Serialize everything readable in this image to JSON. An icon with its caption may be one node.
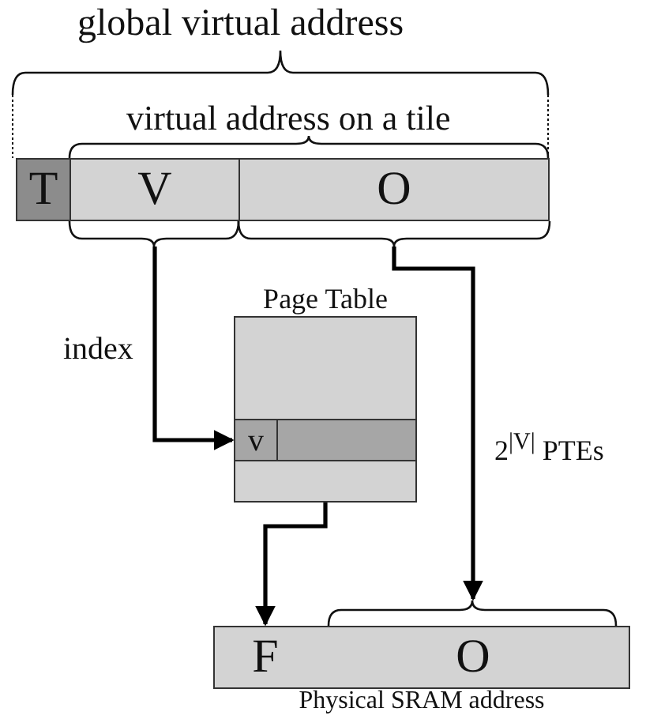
{
  "diagram": {
    "nodes": [
      {
        "text": [
          "T"
        ]
      },
      {
        "text": [
          "V"
        ]
      },
      {
        "text": [
          "O"
        ]
      },
      {
        "text": [
          "Page Table"
        ]
      },
      {
        "text": [],
        "shape": "box",
        "in": 3
      },
      {
        "text": [
          "v"
        ],
        "in": 4
      },
      {
        "text": [
          "Physical SRAM address"
        ]
      },
      {
        "text": [
          "F"
        ],
        "in": 6
      },
      {
        "text": [
          "O"
        ],
        "in": 6
      }
    ],
    "edges": [
      {
        "from": 1,
        "to": 4,
        "arrow": "to",
        "label": "index"
      },
      {
        "from": 4,
        "to": 7,
        "arrow": "to"
      },
      {
        "from": 2,
        "to": 8,
        "arrow": "to"
      }
    ],
    "labels": [
      "global virtual address",
      "virtual address on a tile",
      "2$^{|V|}$ PTEs"
    ]
  }
}
